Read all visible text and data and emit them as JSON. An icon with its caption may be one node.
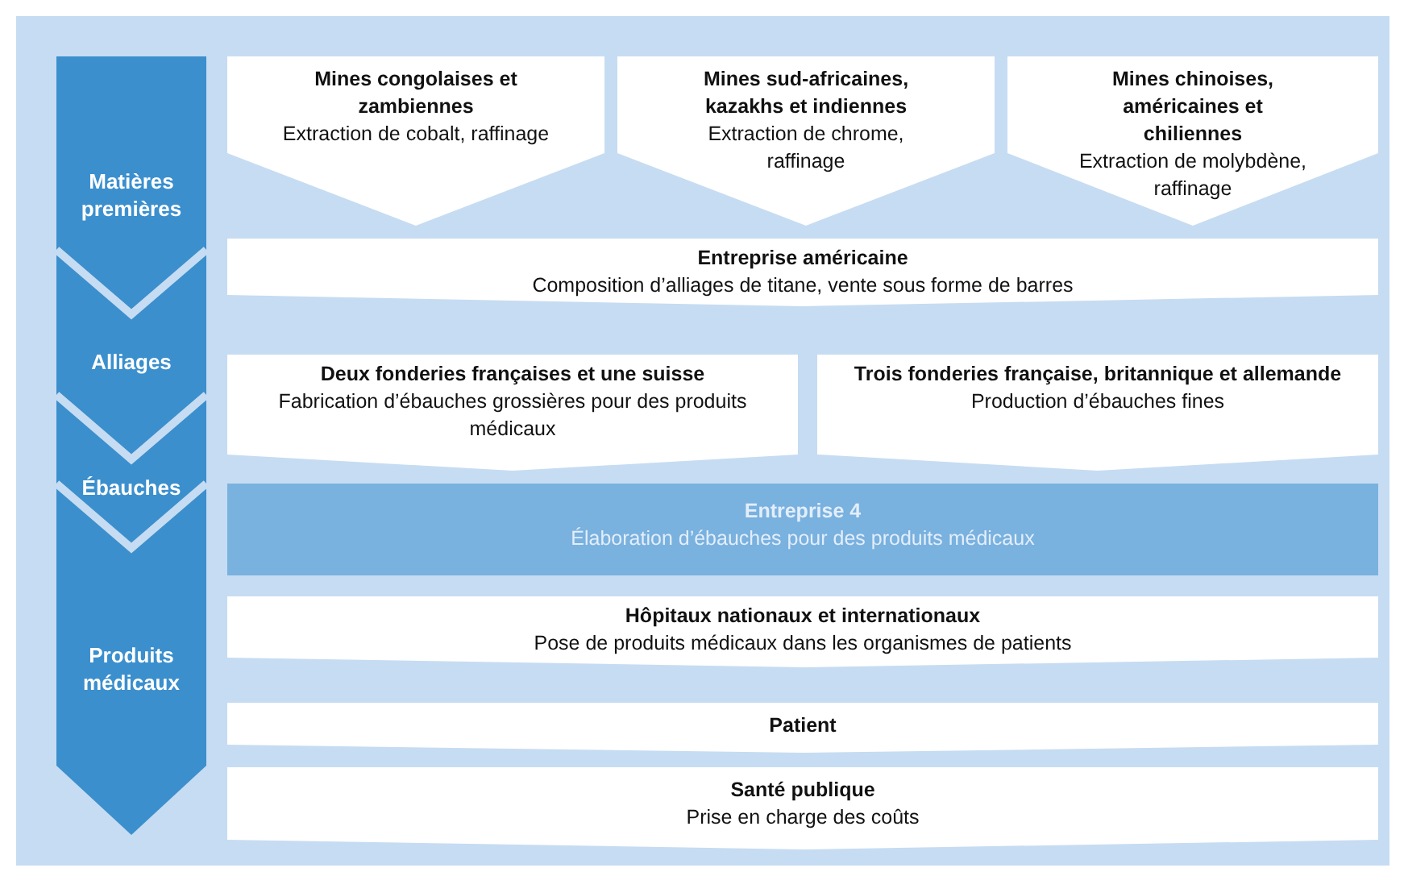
{
  "diagram": {
    "nodes": [
      {
        "text": [
          "Matières premières"
        ]
      },
      {
        "text": [
          "Mines congolaises et zambiennes",
          "Extraction de cobalt, raffinage"
        ]
      },
      {
        "text": [
          "Mines sud-africaines, kazakhs et indiennes",
          "Extraction de chrome, raffinage"
        ]
      },
      {
        "text": [
          "Mines chinoises, américaines et chiliennes",
          "Extraction de molybdène, raffinage"
        ]
      },
      {
        "text": [
          "Alliages"
        ]
      },
      {
        "text": [
          "Entreprise américaine",
          "Composition d’alliages de titane, vente sous forme de barres"
        ]
      },
      {
        "text": [
          "Ébauches"
        ]
      },
      {
        "text": [
          "Deux fonderies françaises et une suisse",
          "Fabrication d’ébauches grossières pour des produits médicaux"
        ]
      },
      {
        "text": [
          "Trois fonderies française, britannique et allemande",
          "Production d’ébauches fines"
        ]
      },
      {
        "text": [
          "Entreprise 4",
          "Élaboration d’ébauches pour des produits médicaux"
        ]
      },
      {
        "text": [
          "Produits médicaux"
        ]
      },
      {
        "text": [
          "Hôpitaux nationaux et internationaux",
          "Pose de produits médicaux dans les organismes de patients"
        ]
      },
      {
        "text": [
          "Patient"
        ]
      },
      {
        "text": [
          "Santé publique",
          "Prise en charge des coûts"
        ]
      }
    ]
  }
}
